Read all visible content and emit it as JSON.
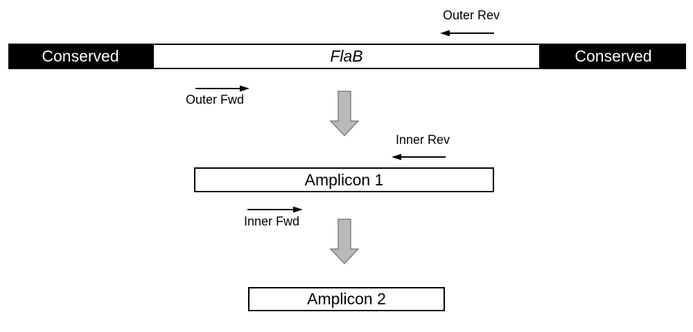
{
  "gene_bar": {
    "left_conserved": "Conserved",
    "gene": "FlaB",
    "right_conserved": "Conserved"
  },
  "primers": {
    "outer_rev": "Outer Rev",
    "outer_fwd": "Outer Fwd",
    "inner_rev": "Inner Rev",
    "inner_fwd": "Inner Fwd"
  },
  "amplicons": {
    "amplicon1": "Amplicon 1",
    "amplicon2": "Amplicon 2"
  },
  "colors": {
    "conserved_fill": "#000000",
    "conserved_text": "#ffffff",
    "gene_fill": "#ffffff",
    "outline": "#000000",
    "primer_arrow": "#000000",
    "process_arrow_fill": "#b9b9b9",
    "process_arrow_stroke": "#7f7f7f"
  }
}
